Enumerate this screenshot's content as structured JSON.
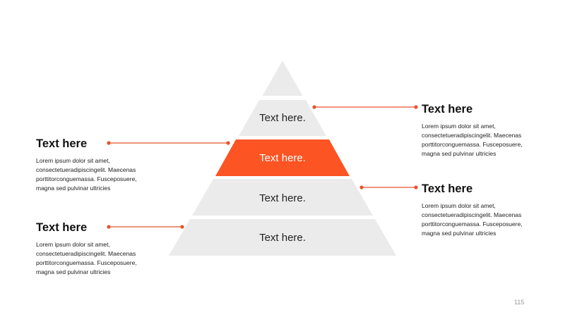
{
  "colors": {
    "tier": "#ebebeb",
    "accent": "#fc5423",
    "text": "#222222",
    "line": "#e8532b"
  },
  "pyramid": {
    "tiers": [
      {
        "label": "",
        "highlighted": false
      },
      {
        "label": "Text here.",
        "highlighted": false
      },
      {
        "label": "Text here.",
        "highlighted": true
      },
      {
        "label": "Text here.",
        "highlighted": false
      },
      {
        "label": "Text here.",
        "highlighted": false
      }
    ]
  },
  "callouts": {
    "left_top": {
      "title": "Text here",
      "body": "Lorem ipsum dolor sit amet, consectetueradipiscingelit. Maecenas porttitorconguemassa. Fusceposuere, magna sed pulvinar ultricies"
    },
    "left_bottom": {
      "title": "Text here",
      "body": "Lorem ipsum dolor sit amet, consectetueradipiscingelit. Maecenas porttitorconguemassa. Fusceposuere, magna sed pulvinar ultricies"
    },
    "right_top": {
      "title": "Text here",
      "body": "Lorem ipsum dolor sit amet, consectetueradipiscingelit. Maecenas porttitorconguemassa. Fusceposuere, magna sed pulvinar ultricies"
    },
    "right_bottom": {
      "title": "Text here",
      "body": "Lorem ipsum dolor sit amet, consectetueradipiscingelit. Maecenas porttitorconguemassa. Fusceposuere, magna sed pulvinar ultricies"
    }
  },
  "page_number": "115"
}
